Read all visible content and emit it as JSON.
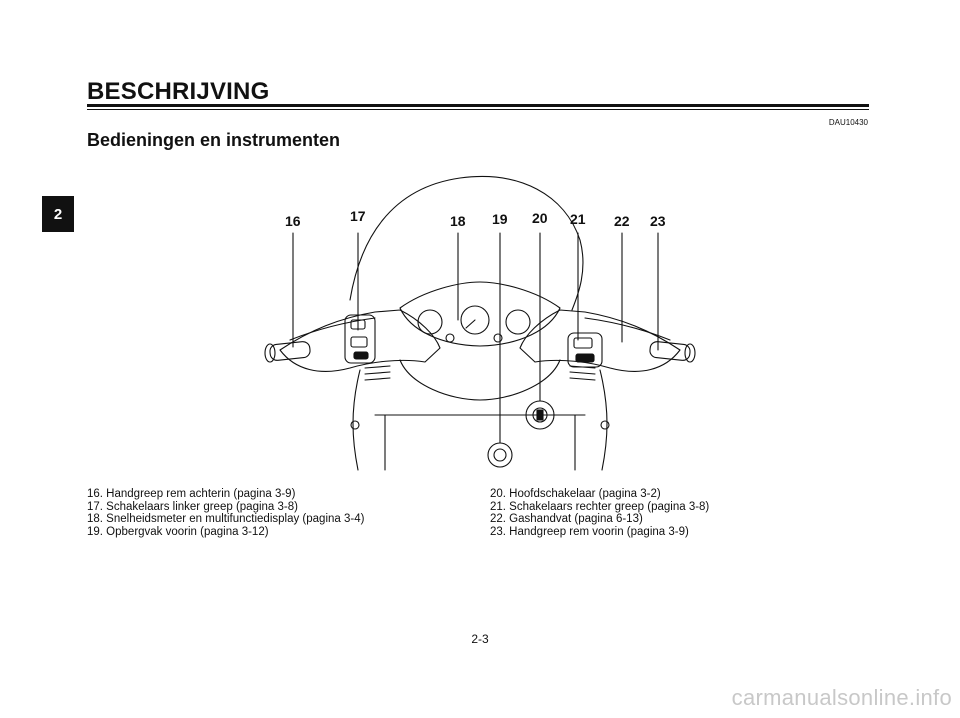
{
  "header": {
    "section_title": "BESCHRIJVING",
    "doc_code": "DAU10430",
    "subtitle": "Bedieningen en instrumenten"
  },
  "chapter_tab": "2",
  "figure": {
    "callouts": [
      "16",
      "17",
      "18",
      "19",
      "20",
      "21",
      "22",
      "23"
    ]
  },
  "captions": {
    "left": [
      "16. Handgreep rem achterin (pagina 3-9)",
      "17. Schakelaars linker greep (pagina 3-8)",
      "18. Snelheidsmeter en multifunctiedisplay (pagina 3-4)",
      "19. Opbergvak voorin (pagina 3-12)"
    ],
    "right": [
      "20. Hoofdschakelaar (pagina 3-2)",
      "21. Schakelaars rechter greep (pagina 3-8)",
      "22. Gashandvat (pagina 6-13)",
      "23. Handgreep rem voorin (pagina 3-9)"
    ]
  },
  "footer": {
    "page_number": "2-3",
    "watermark": "carmanualsonline.info"
  }
}
